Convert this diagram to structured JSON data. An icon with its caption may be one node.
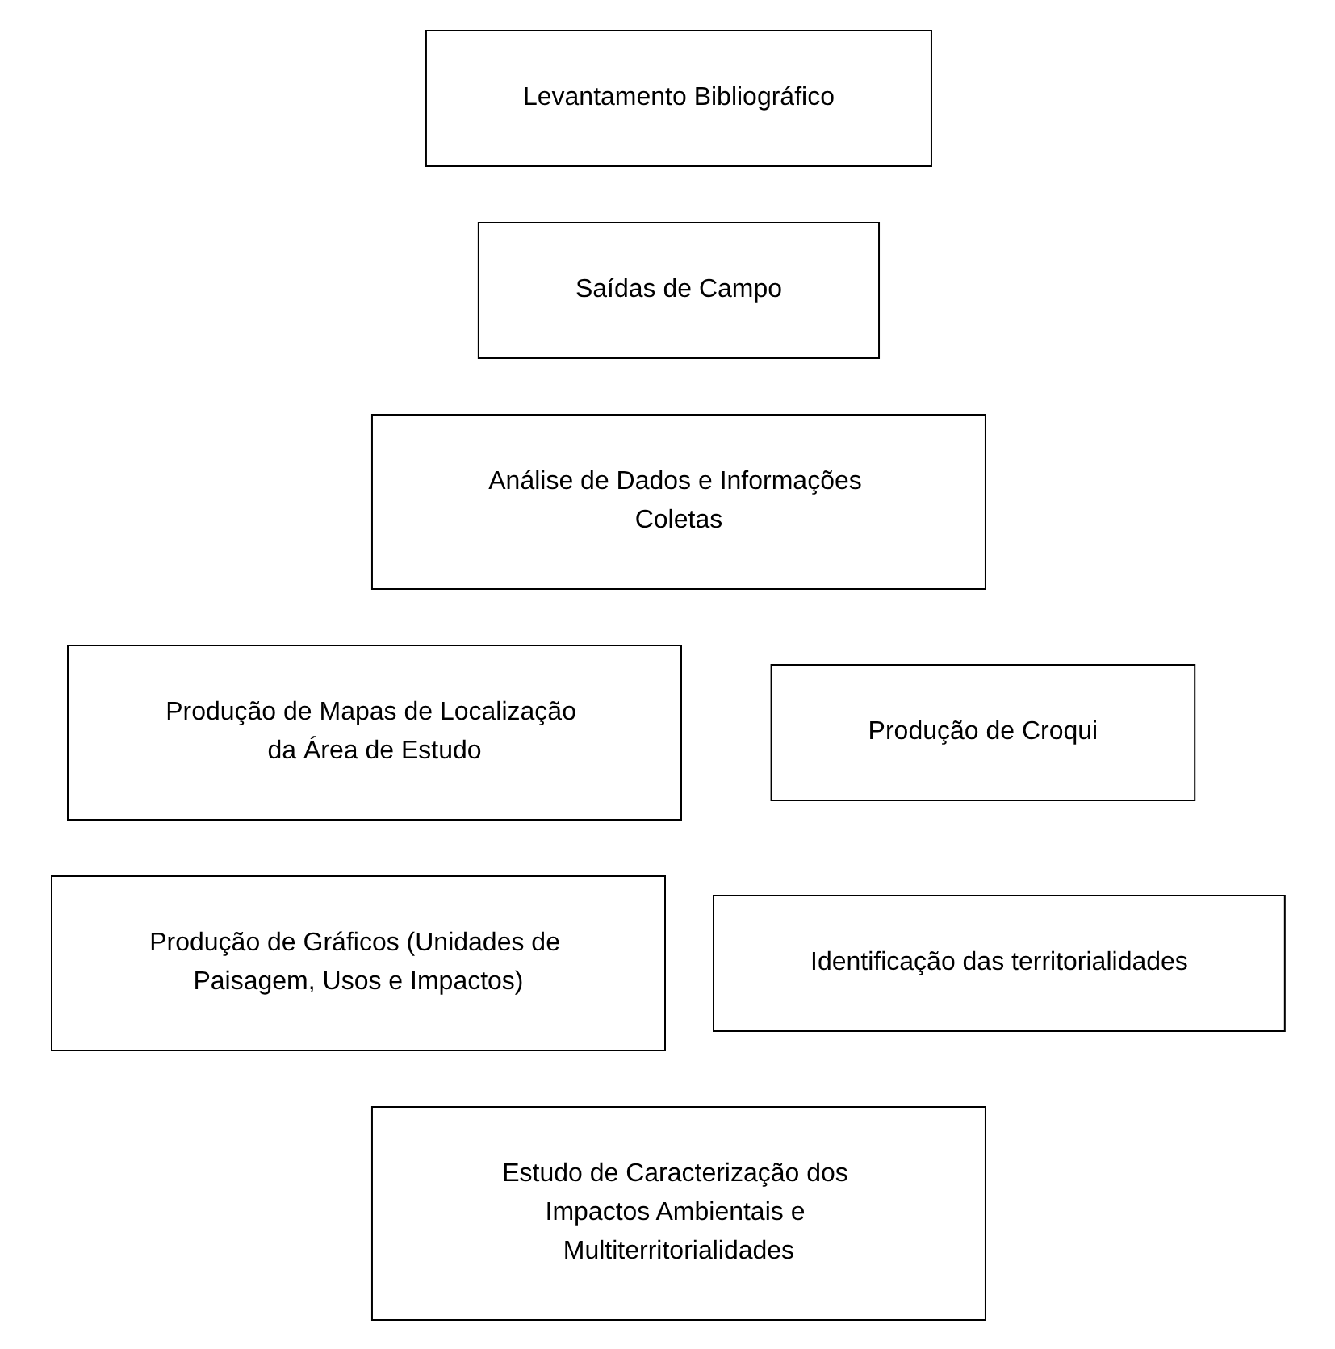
{
  "diagram": {
    "nodes": [
      {
        "text": [
          "Levantamento Bibliográfico"
        ]
      },
      {
        "text": [
          "Saídas de Campo"
        ]
      },
      {
        "text": [
          "Análise de Dados e Informações Coletas"
        ]
      },
      {
        "text": [
          "Produção de Mapas de Localização da Área de Estudo"
        ]
      },
      {
        "text": [
          "Produção de Croqui"
        ]
      },
      {
        "text": [
          "Produção de Gráficos (Unidades de Paisagem, Usos e Impactos)"
        ]
      },
      {
        "text": [
          "Identificação das territorialidades"
        ]
      },
      {
        "text": [
          "Estudo de Caracterização dos Impactos Ambientais e Multiterritorialidades"
        ]
      }
    ],
    "edges": []
  }
}
